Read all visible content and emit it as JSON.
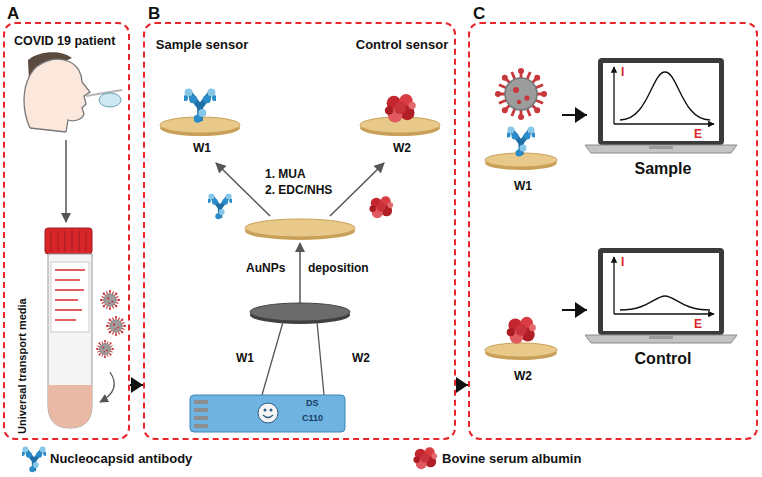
{
  "diagram": {
    "nodes": [
      {
        "text": [
          "A",
          "COVID 19 patient",
          "Universal transport media"
        ]
      },
      {
        "text": [
          "B"
        ]
      },
      {
        "text": [
          "Sample sensor",
          "W1"
        ],
        "in": 1
      },
      {
        "text": [
          "Control sensor",
          "W2"
        ],
        "in": 1
      },
      {
        "text": [
          "C"
        ]
      },
      {
        "text": [
          "W1"
        ],
        "in": 4
      },
      {
        "text": [
          "I",
          "E",
          "Sample"
        ],
        "in": 4
      },
      {
        "text": [
          "W2"
        ],
        "in": 4
      },
      {
        "text": [
          "I",
          "E",
          "Control"
        ],
        "in": 4
      }
    ],
    "edges": [
      {
        "from": 0,
        "to": 1,
        "arrow": "to"
      },
      {
        "from": 1,
        "to": 4,
        "arrow": "to"
      },
      {
        "from": 5,
        "to": 6,
        "arrow": "to"
      },
      {
        "from": 7,
        "to": 8,
        "arrow": "to"
      }
    ],
    "labels": [
      "1. MUA",
      "2. EDC/NHS",
      "AuNPs",
      "deposition",
      "W1",
      "W2",
      "DS",
      "C110"
    ],
    "legend": [
      {
        "text": "Nucleocapsid antibody"
      },
      {
        "text": "Bovine serum albumin"
      }
    ]
  }
}
